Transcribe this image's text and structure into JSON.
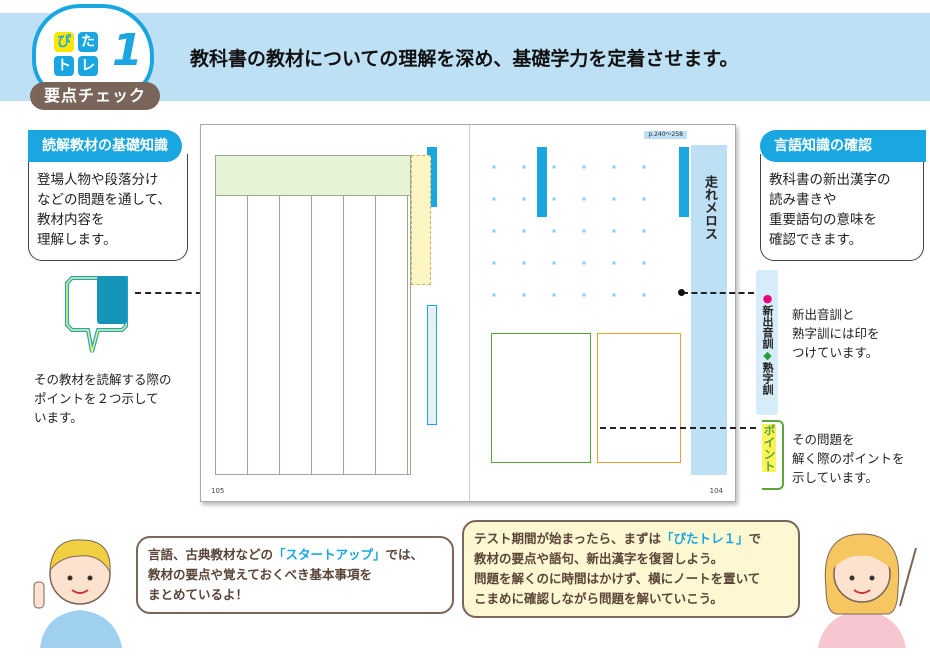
{
  "logo": {
    "tiles": [
      "ぴ",
      "た",
      "ト",
      "レ"
    ],
    "number": "1",
    "label": "要点チェック"
  },
  "headline": "教科書の教材についての理解を深め、基礎学力を定着させます。",
  "left_card": {
    "title": "読解教材の基礎知識",
    "body": "登場人物や段落分け\nなどの問題を通して、\n教材内容を\n理解します。"
  },
  "left_note": "その教材を読解する際の\nポイントを２つ示して\nいます。",
  "right_card": {
    "title": "言語知識の確認",
    "body": "教科書の新出漢字の\n読み書きや\n重要語句の意味を\n確認できます。"
  },
  "marks": {
    "label1": "新出音訓",
    "label2": "熟字訓"
  },
  "marks_note": "新出音訓と\n熟字訓には印を\nつけています。",
  "point": {
    "label": "ポイント"
  },
  "point_note": "その問題を\n解く際のポイントを\n示しています。",
  "book": {
    "story_title": "走れメロス",
    "page_left": "105",
    "page_right": "104",
    "page_range": "p.240～258"
  },
  "bubble_left": {
    "pre": "言語、古典教材などの",
    "highlight": "「スタートアップ」",
    "post": "では、\n教材の要点や覚えておくべき基本事項を\nまとめているよ！"
  },
  "bubble_right": {
    "pre": "テスト期間が始まったら、まずは",
    "highlight": "「ぴたトレ１」",
    "post": "で\n教材の要点や語句、新出漢字を復習しよう。\n問題を解くのに時間はかけず、横にノートを置いて\nこまめに確認しながら問題を解いていこう。"
  },
  "colors": {
    "accent": "#1aa6e0",
    "band": "#bde0f5",
    "brown": "#7a655a",
    "cream": "#fdf7d2"
  }
}
